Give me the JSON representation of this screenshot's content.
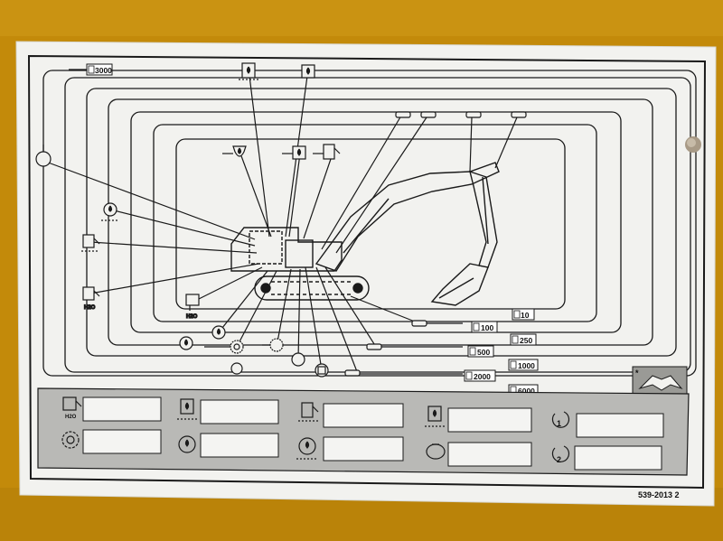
{
  "colors": {
    "background_metal": "#c8900c",
    "plate": "#f2f2ef",
    "line": "#1a1a1a",
    "table_panel": "#b9b9b6"
  },
  "intervals": {
    "h3000": "3000",
    "h10": "10",
    "h100": "100",
    "h250": "250",
    "h500": "500",
    "h1000": "1000",
    "h2000": "2000",
    "h6000": "6000"
  },
  "part_number": "539-2013 2",
  "icons": [
    "fuel-tank-icon",
    "hydraulic-oil-icon",
    "engine-oil-icon",
    "air-filter-icon",
    "coolant-icon",
    "gear-oil-icon",
    "grease-point-icon",
    "filter-icon",
    "manual-book-icon",
    "excavator-icon"
  ]
}
